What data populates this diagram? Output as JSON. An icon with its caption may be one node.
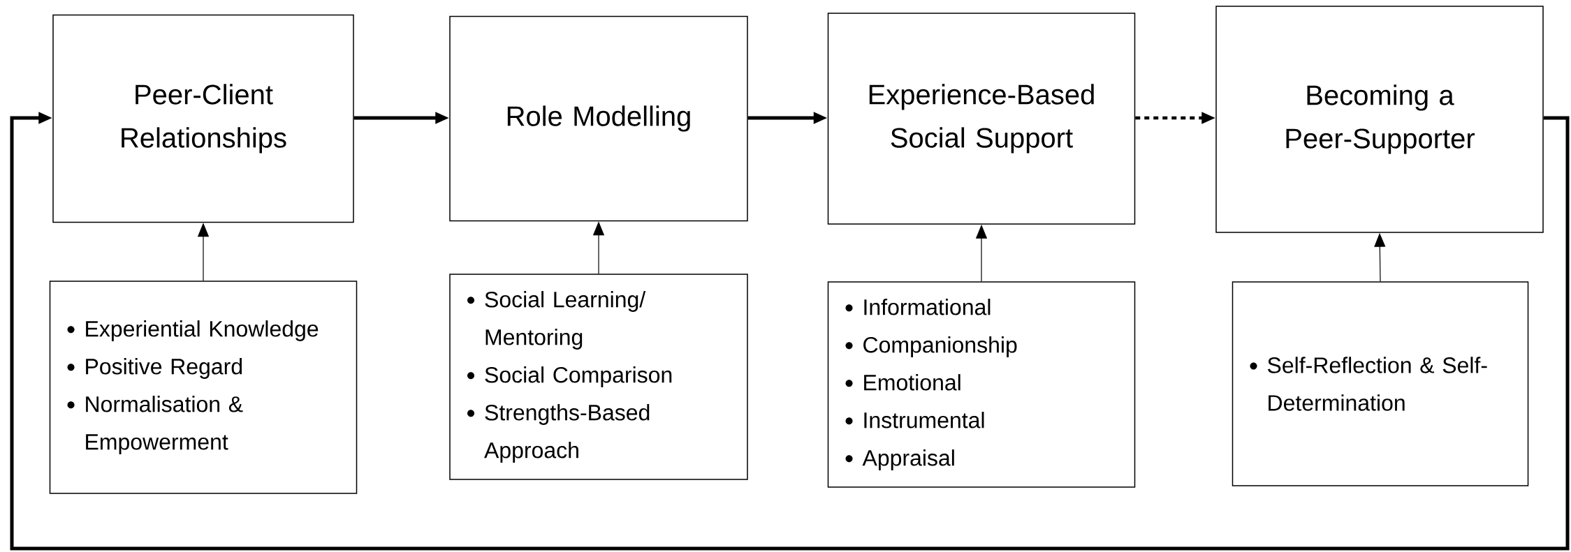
{
  "diagram": {
    "nodes": [
      {
        "text": [
          "Peer-Client Relationships"
        ]
      },
      {
        "text": [
          "Role Modelling"
        ]
      },
      {
        "text": [
          "Experience-Based Social Support"
        ]
      },
      {
        "text": [
          "Becoming a Peer-Supporter"
        ]
      },
      {
        "text": [
          "Experiential Knowledge",
          "Positive Regard",
          "Normalisation & Empowerment"
        ]
      },
      {
        "text": [
          "Social Learning/ Mentoring",
          "Social Comparison",
          "Strengths-Based Approach"
        ]
      },
      {
        "text": [
          "Informational",
          "Companionship",
          "Emotional",
          "Instrumental",
          "Appraisal"
        ]
      },
      {
        "text": [
          "Self-Reflection & Self-Determination"
        ]
      }
    ],
    "edges": [
      {
        "from": 0,
        "to": 1,
        "arrow": "to",
        "style": "thick"
      },
      {
        "from": 1,
        "to": 2,
        "arrow": "to",
        "style": "thick"
      },
      {
        "from": 2,
        "to": 3,
        "arrow": "to",
        "style": "dashed"
      },
      {
        "from": 3,
        "to": 0,
        "arrow": "to",
        "style": "thick"
      },
      {
        "from": 4,
        "to": 0,
        "arrow": "to"
      },
      {
        "from": 5,
        "to": 1,
        "arrow": "to"
      },
      {
        "from": 6,
        "to": 2,
        "arrow": "to"
      },
      {
        "from": 7,
        "to": 3,
        "arrow": "to"
      }
    ]
  }
}
